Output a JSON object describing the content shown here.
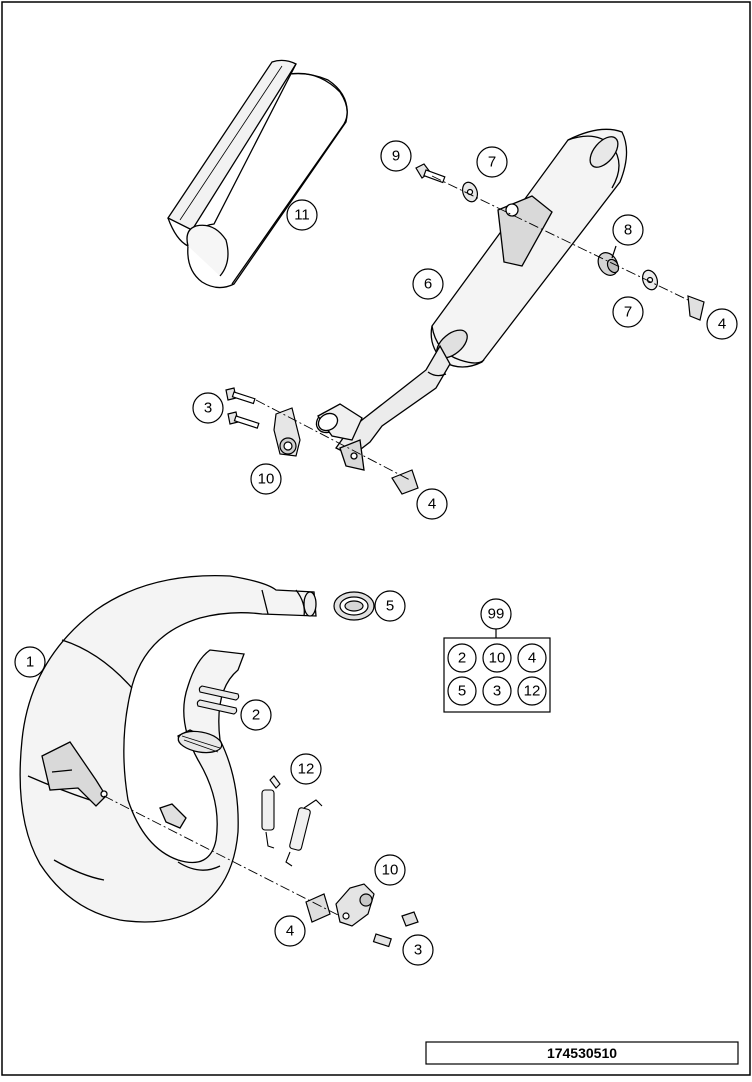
{
  "diagram": {
    "reference_number": "174530510",
    "callouts": {
      "silencer_sleeve": "11",
      "screw_top": "9",
      "washer_top": "7",
      "rubber_bushing": "8",
      "washer_right": "7",
      "nut_top_right": "4",
      "silencer": "6",
      "screws_mid": "3",
      "bracket_mid": "10",
      "nut_mid": "4",
      "seal_ring": "5",
      "exhaust_pipe": "1",
      "o_rings": "2",
      "springs": "12",
      "bracket_bottom": "10",
      "nut_bottom": "4",
      "screw_bottom": "3"
    },
    "kit": {
      "number": "99",
      "row1": [
        "2",
        "10",
        "4"
      ],
      "row2": [
        "5",
        "3",
        "12"
      ]
    }
  }
}
